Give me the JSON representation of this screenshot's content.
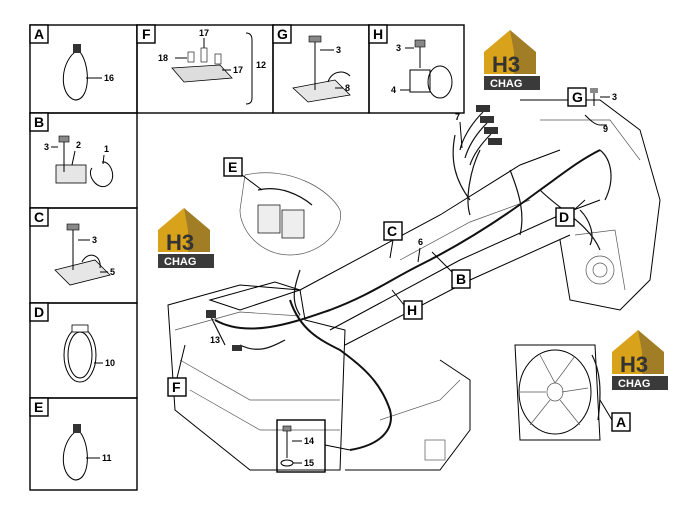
{
  "panels": [
    {
      "letter": "A",
      "parts": [
        "16"
      ]
    },
    {
      "letter": "B",
      "parts": [
        "3",
        "2",
        "1"
      ]
    },
    {
      "letter": "C",
      "parts": [
        "3",
        "5"
      ]
    },
    {
      "letter": "D",
      "parts": [
        "10"
      ]
    },
    {
      "letter": "E",
      "parts": [
        "11"
      ]
    },
    {
      "letter": "F",
      "parts": [
        "17",
        "18",
        "17",
        "12"
      ]
    },
    {
      "letter": "G",
      "parts": [
        "3",
        "8"
      ]
    },
    {
      "letter": "H",
      "parts": [
        "3",
        "4"
      ]
    }
  ],
  "callouts": {
    "E": "E",
    "G": "G",
    "C": "C",
    "D": "D",
    "B": "B",
    "H": "H",
    "F": "F",
    "A": "A"
  },
  "part_numbers": {
    "p7": "7",
    "p3": "3",
    "p9": "9",
    "p6": "6",
    "p13": "13",
    "p14": "14",
    "p15": "15"
  },
  "logo": {
    "mark": "H3",
    "sub": "CHAG"
  },
  "colors": {
    "logo_gold": "#d9a21b",
    "logo_dark": "#3a3a3a"
  }
}
